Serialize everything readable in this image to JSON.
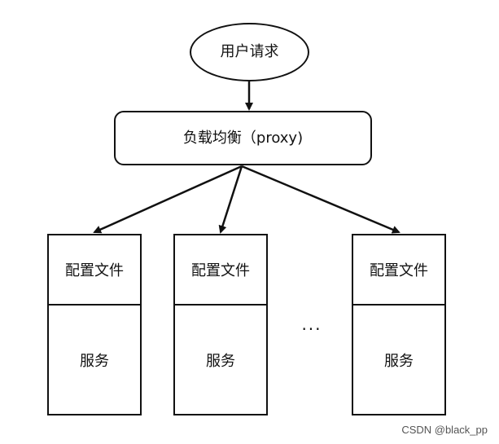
{
  "nodes": {
    "user_request": "用户请求",
    "load_balancer": "负载均衡（proxy)"
  },
  "servers": [
    {
      "config": "配置文件",
      "service": "服务"
    },
    {
      "config": "配置文件",
      "service": "服务"
    },
    {
      "config": "配置文件",
      "service": "服务"
    }
  ],
  "ellipsis": "...",
  "watermark": "CSDN @black_pp"
}
